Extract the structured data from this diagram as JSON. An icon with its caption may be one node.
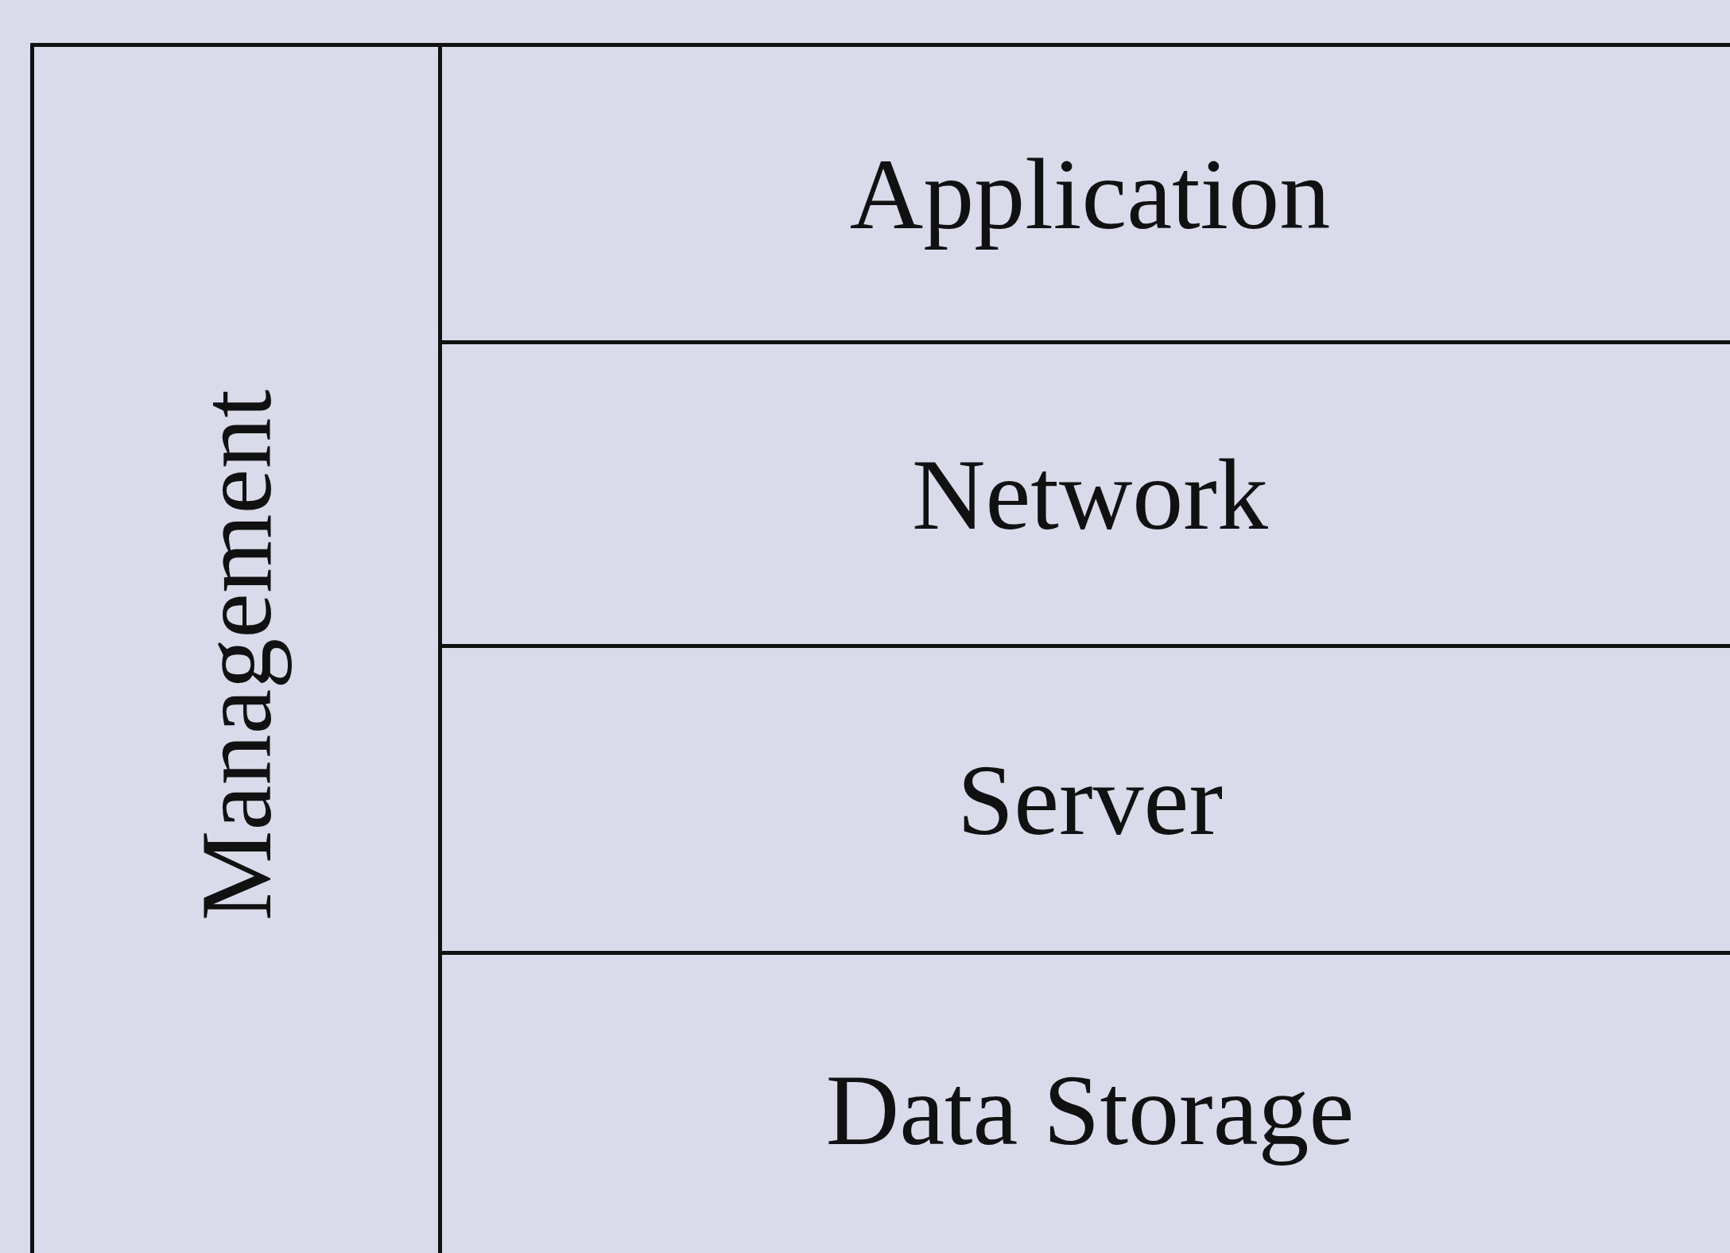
{
  "diagram": {
    "nodes": [
      {
        "text": [
          "Management"
        ]
      },
      {
        "text": [
          "Application"
        ]
      },
      {
        "text": [
          "Network"
        ]
      },
      {
        "text": [
          "Server"
        ]
      },
      {
        "text": [
          "Data Storage"
        ]
      }
    ]
  }
}
